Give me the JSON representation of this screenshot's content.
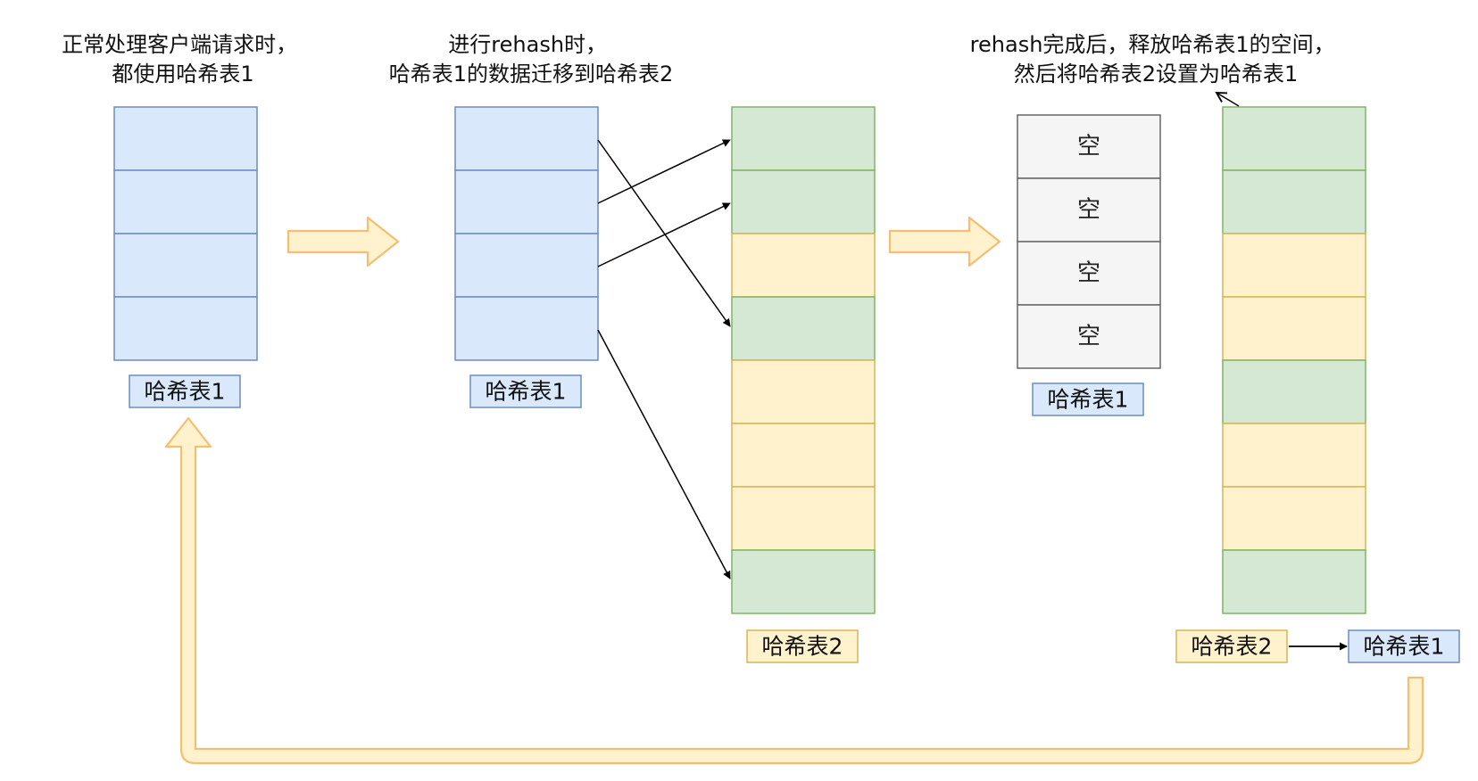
{
  "captions": {
    "step1": [
      "正常处理客户端请求时，",
      "都使用哈希表1"
    ],
    "step2": [
      "进行rehash时，",
      "哈希表1的数据迁移到哈希表2"
    ],
    "step3": [
      "rehash完成后，释放哈希表1的空间，",
      "然后将哈希表2设置为哈希表1"
    ]
  },
  "labels": {
    "ht1": "哈希表1",
    "ht2": "哈希表2"
  },
  "empty_cell_text": "空",
  "colors": {
    "blue_fill": "#dae8fc",
    "blue_stroke": "#6c8ebf",
    "green_fill": "#d5e8d4",
    "green_stroke": "#82b366",
    "yellow_fill": "#fff2cc",
    "yellow_stroke": "#d6b656",
    "gray_fill": "#f5f5f5",
    "gray_stroke": "#666666",
    "arrow_fill": "#fff2cc",
    "arrow_stroke": "#f5be70"
  },
  "tables": {
    "step1_ht1": [
      "blue",
      "blue",
      "blue",
      "blue"
    ],
    "step2_ht1": [
      "blue",
      "blue",
      "blue",
      "blue"
    ],
    "step2_ht2": [
      "green",
      "green",
      "yellow",
      "green",
      "yellow",
      "yellow",
      "yellow",
      "green"
    ],
    "step3_old_ht1": [
      "gray",
      "gray",
      "gray",
      "gray"
    ],
    "step3_ht2": [
      "green",
      "green",
      "yellow",
      "yellow",
      "green",
      "yellow",
      "yellow",
      "green"
    ]
  }
}
